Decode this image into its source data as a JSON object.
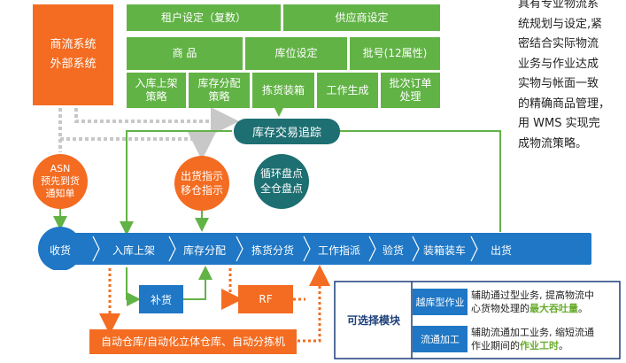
{
  "external": {
    "line1": "商流系统",
    "line2": "外部系统"
  },
  "top_grid": {
    "row1": [
      "租户设定（复数）",
      "供应商设定"
    ],
    "row2": [
      "商 品",
      "库位设定",
      "批号(12属性)"
    ],
    "row3": [
      [
        "入库上架",
        "策略"
      ],
      [
        "库存分配",
        "策略"
      ],
      [
        "拣货装箱"
      ],
      [
        "工作生成"
      ],
      [
        "批次订单",
        "处理"
      ]
    ]
  },
  "side_text": [
    "具有专业物流系",
    "统规划与设定,紧",
    "密结合实际物流",
    "业务与作业达成",
    "实物与帐面一致",
    "的精确商品管理，",
    "用 WMS 实现完",
    "成物流策略。"
  ],
  "tracking": "库存交易追踪",
  "asn": [
    "ASN",
    "预先到货",
    "通知单"
  ],
  "ship_notice": [
    "出货指示",
    "移仓指示"
  ],
  "cycle": [
    "循环盘点",
    "全仓盘点"
  ],
  "flow": [
    "收货",
    "入库上架",
    "库存分配",
    "拣货分货",
    "工作指派",
    "验货",
    "装箱装车",
    "出货"
  ],
  "replenish": "补货",
  "rf": "RF",
  "automation": "自动仓库/自动化立体仓库、自动分拣机",
  "optional": {
    "title": "可选择模块",
    "modules": [
      {
        "name": "越库型作业",
        "desc1": "辅助通过型业务, 提高物流中",
        "desc2_pre": "心货物处理的",
        "highlight": "最大吞吐量",
        "desc2_post": "。"
      },
      {
        "name": "流通加工",
        "desc1": "辅助流通加工业务, 缩短流通",
        "desc2_pre": "作业期间的",
        "highlight": "作业工时",
        "desc2_post": "。"
      }
    ]
  },
  "colors": {
    "orange": "#f36c21",
    "green": "#62b346",
    "blue": "#1f77c5",
    "teal": "#1d6f72"
  }
}
